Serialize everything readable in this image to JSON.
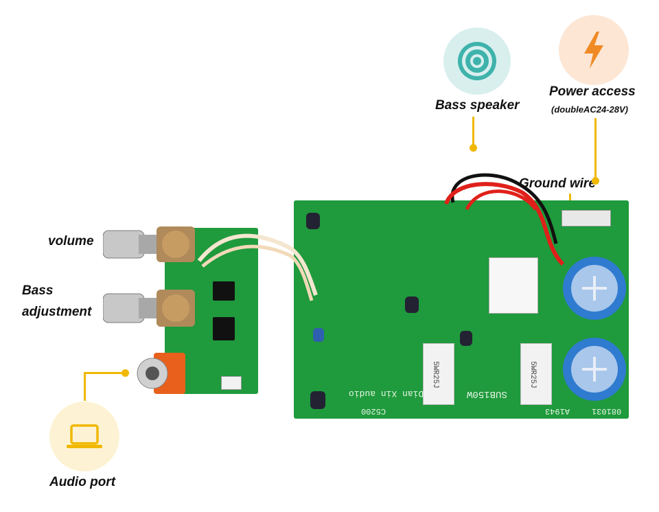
{
  "labels": {
    "volume": "volume",
    "bass_adjustment_line1": "Bass",
    "bass_adjustment_line2": "adjustment",
    "bass_speaker": "Bass speaker",
    "power_access": "Power access",
    "power_access_sub": "(doubleAC24-28V)",
    "ground_wire": "Ground wire",
    "audio_port": "Audio port"
  },
  "board_text": {
    "sub": "SUB150W",
    "brand": "Dian Xin audio",
    "part_1": "C5200",
    "part_2": "A1943",
    "part_3": "5WR25J",
    "part_4": "5WR25J",
    "part_5": "081031"
  },
  "icons": {
    "bass_speaker": "speaker-icon",
    "power": "lightning-bolt-icon",
    "audio_port": "laptop-icon"
  },
  "colors": {
    "accent": "#f0b800",
    "pcb_green": "#1f9a3c",
    "icon_circle_teal": "#d8efee",
    "icon_circle_peach": "#fde6d4",
    "icon_circle_yellow": "#fdf3d4"
  }
}
